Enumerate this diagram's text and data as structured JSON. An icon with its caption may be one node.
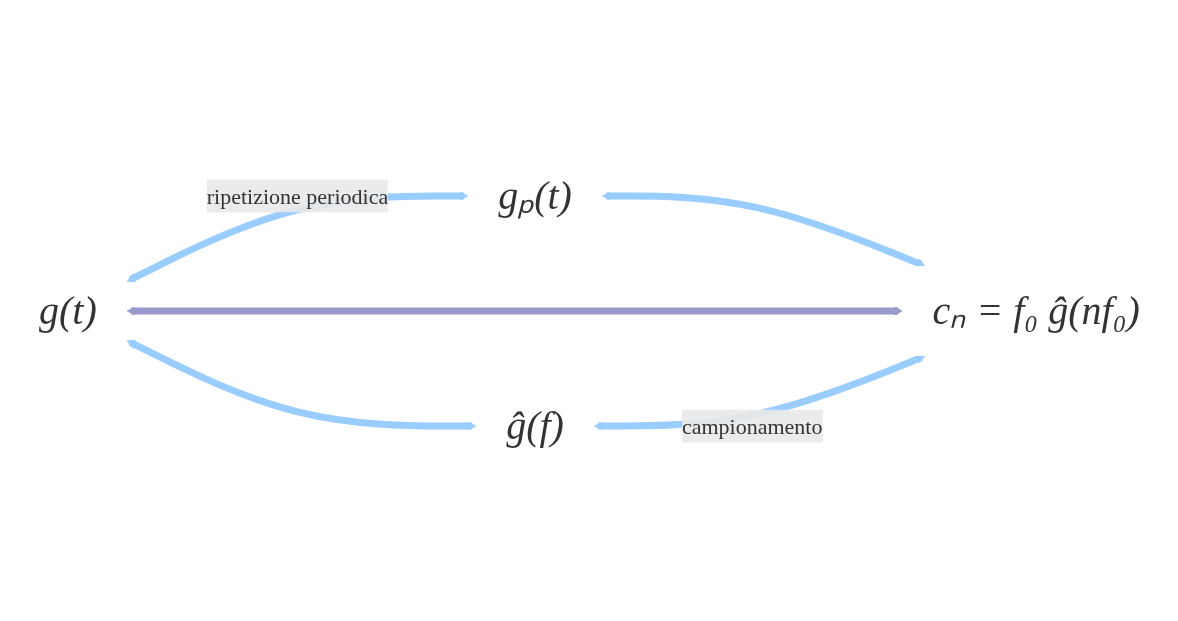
{
  "diagram": {
    "nodes": [
      {
        "text": [
          "g(t)"
        ]
      },
      {
        "text": [
          "gₚ(t)"
        ]
      },
      {
        "text": [
          "ĝ(f)"
        ]
      },
      {
        "text": [
          "cₙ = f₀ ĝ(nf₀)"
        ]
      }
    ],
    "edges": [
      {
        "from": 0,
        "to": 1,
        "arrow": "both",
        "label": "ripetizione periodica"
      },
      {
        "from": 0,
        "to": 2,
        "arrow": "both"
      },
      {
        "from": 1,
        "to": 3,
        "arrow": "both"
      },
      {
        "from": 0,
        "to": 3,
        "arrow": "both",
        "color": "#9999cc"
      },
      {
        "from": 2,
        "to": 3,
        "arrow": "both",
        "label": "campionamento"
      }
    ]
  }
}
